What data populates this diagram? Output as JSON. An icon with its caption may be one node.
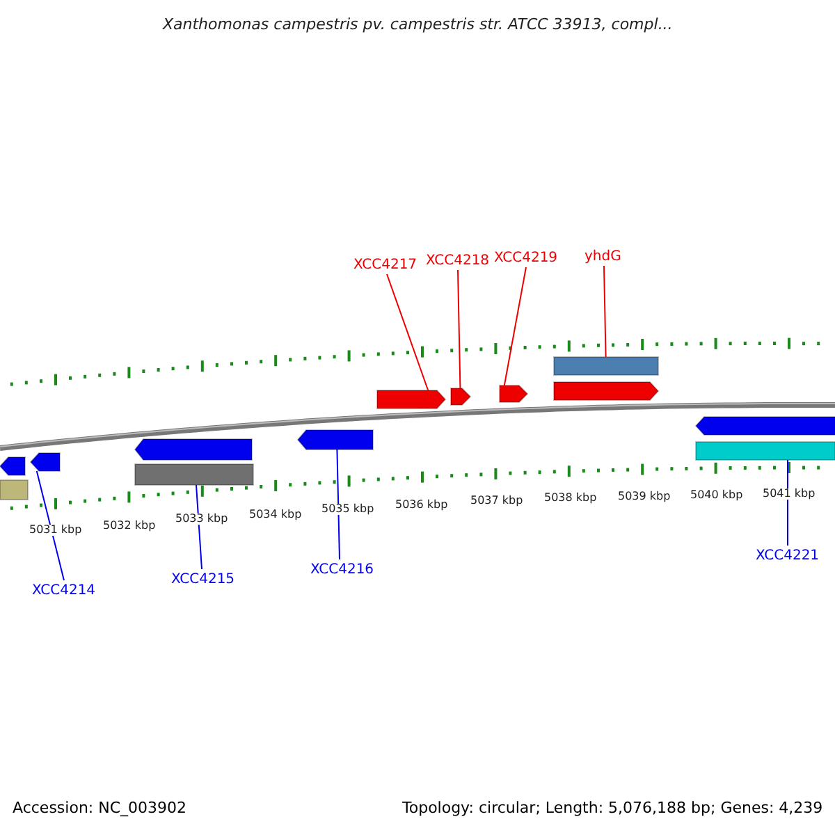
{
  "diagram": {
    "title": "Xanthomonas campestris pv. campestris str. ATCC 33913, compl...",
    "nodes": [
      {
        "text": [
          "XCC4217"
        ]
      },
      {
        "text": [
          "XCC4218"
        ]
      },
      {
        "text": [
          "XCC4219"
        ]
      },
      {
        "text": [
          "yhdG"
        ]
      },
      {
        "text": [
          "XCC4214"
        ]
      },
      {
        "text": [
          "XCC4215"
        ]
      },
      {
        "text": [
          "XCC4216"
        ]
      },
      {
        "text": [
          "XCC4221"
        ]
      },
      {
        "text": [],
        "shape": "arrow"
      },
      {
        "text": [],
        "shape": "bar"
      },
      {
        "text": [],
        "shape": "arrow"
      },
      {
        "text": [],
        "shape": "arrow"
      },
      {
        "text": [],
        "shape": "bar"
      },
      {
        "text": [],
        "shape": "arrow"
      },
      {
        "text": [],
        "shape": "arrow"
      },
      {
        "text": [],
        "shape": "arrow"
      },
      {
        "text": [],
        "shape": "arrow"
      },
      {
        "text": [],
        "shape": "bar"
      },
      {
        "text": [],
        "shape": "arrow"
      },
      {
        "text": [],
        "shape": "arrow"
      },
      {
        "text": [],
        "shape": "bar"
      }
    ],
    "edges": [
      {
        "from": 0,
        "to": 14,
        "arrow": "none"
      },
      {
        "from": 1,
        "to": 15,
        "arrow": "none"
      },
      {
        "from": 2,
        "to": 16,
        "arrow": "none"
      },
      {
        "from": 3,
        "to": 17,
        "arrow": "none"
      },
      {
        "from": 4,
        "to": 10,
        "arrow": "none",
        "color": "#0000ee"
      },
      {
        "from": 5,
        "to": 12,
        "arrow": "none",
        "color": "#0000ee"
      },
      {
        "from": 6,
        "to": 13,
        "arrow": "none",
        "color": "#0000ee"
      },
      {
        "from": 7,
        "to": 20,
        "arrow": "none",
        "color": "#0000ee"
      }
    ],
    "labels": [
      "5031 kbp",
      "5032 kbp",
      "5033 kbp",
      "5034 kbp",
      "5035 kbp",
      "5036 kbp",
      "5037 kbp",
      "5038 kbp",
      "5039 kbp",
      "5040 kbp",
      "5041 kbp",
      "Accession: NC_003902",
      "Topology: circular; Length: 5,076,188 bp; Genes: 4,239"
    ]
  }
}
